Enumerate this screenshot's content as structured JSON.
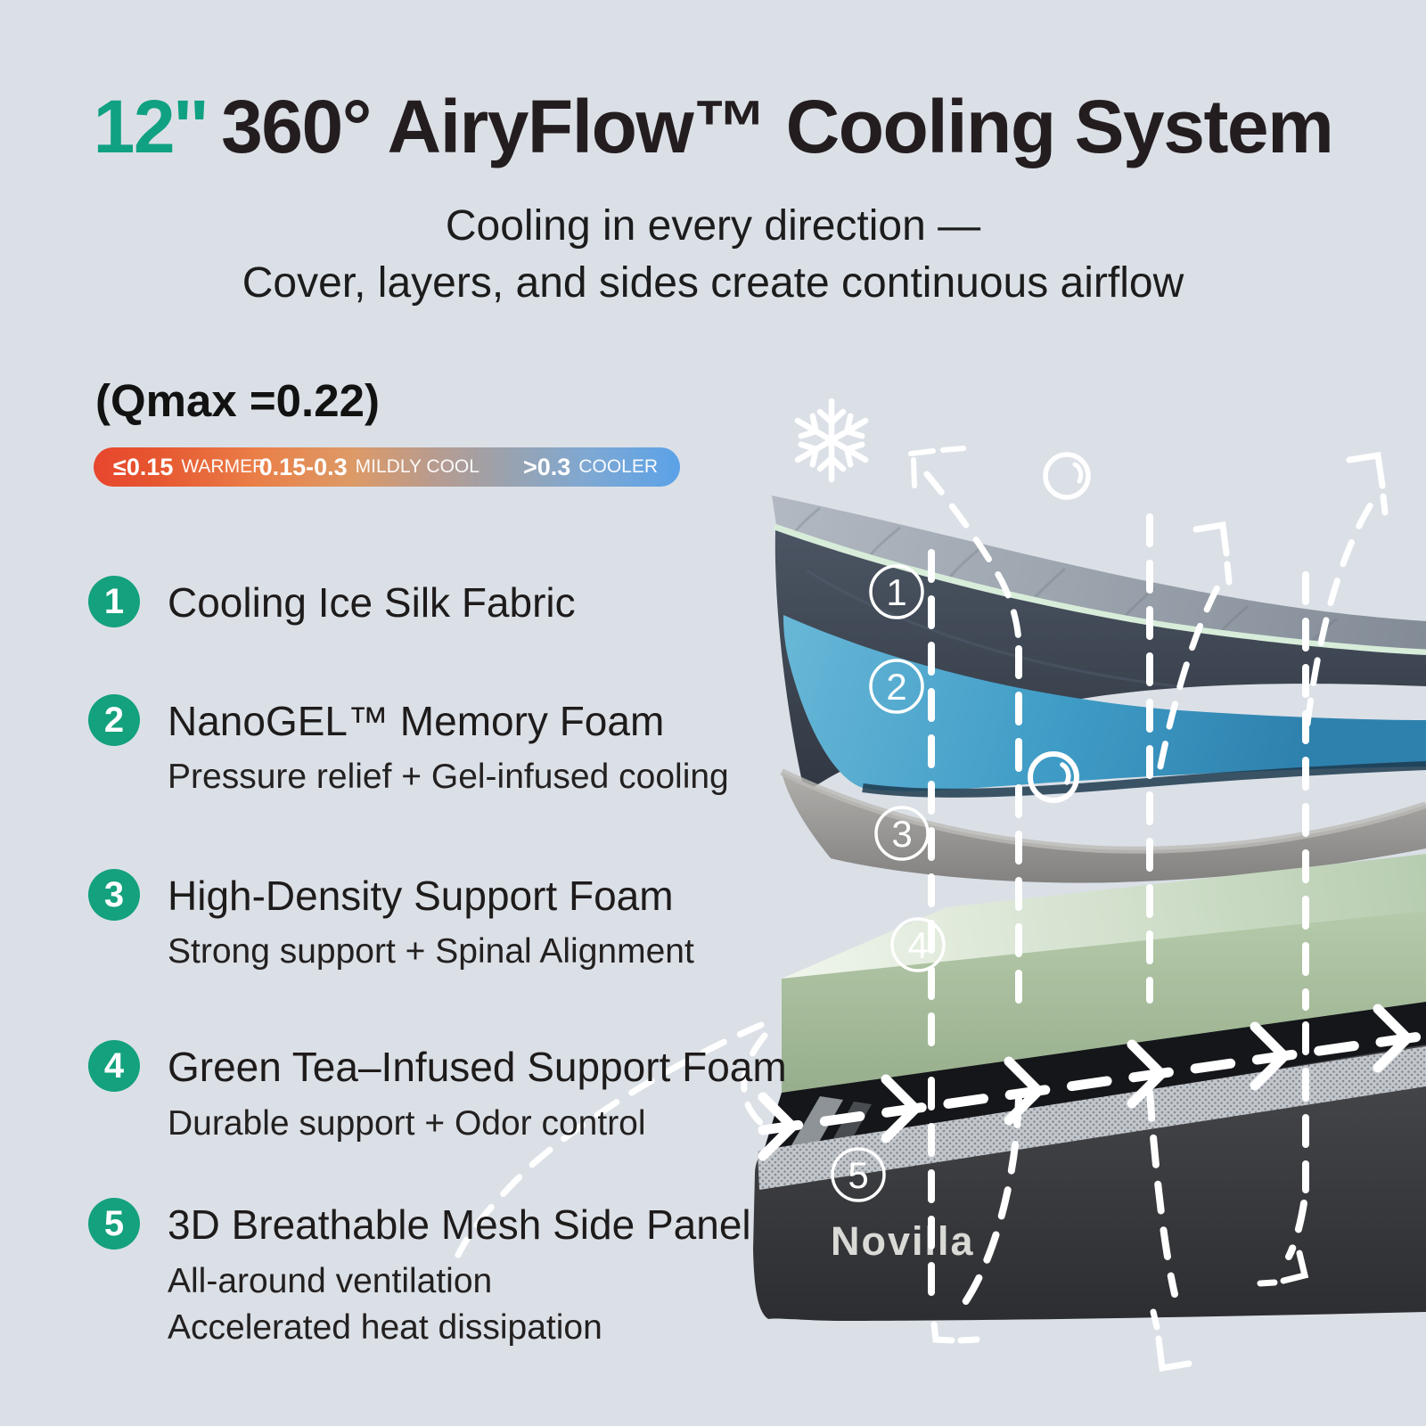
{
  "title": {
    "inches": "12''",
    "rest": "360° AiryFlow™ Cooling System"
  },
  "subtitle": {
    "line1": "Cooling in every direction —",
    "line2": "Cover, layers, and sides create continuous airflow"
  },
  "qmax_label": "(Qmax =0.22)",
  "scale_bar": {
    "segments": [
      {
        "value": "≤0.15",
        "label": "WARMER"
      },
      {
        "value": "0.15-0.3",
        "label": "MILDLY COOL"
      },
      {
        "value": ">0.3",
        "label": "COOLER"
      }
    ]
  },
  "features": [
    {
      "num": "1",
      "title": "Cooling Ice Silk Fabric",
      "subs": []
    },
    {
      "num": "2",
      "title": "NanoGEL™ Memory Foam",
      "subs": [
        "Pressure relief + Gel-infused cooling"
      ]
    },
    {
      "num": "3",
      "title": "High-Density Support Foam",
      "subs": [
        "Strong support + Spinal Alignment"
      ]
    },
    {
      "num": "4",
      "title": "Green Tea–Infused Support Foam",
      "subs": [
        "Durable support + Odor control"
      ]
    },
    {
      "num": "5",
      "title": "3D Breathable Mesh Side Panel",
      "subs": [
        "All-around ventilation",
        "Accelerated heat dissipation"
      ]
    }
  ],
  "diagram": {
    "brand": "Novilla",
    "layer_markers": [
      "1",
      "2",
      "3",
      "4",
      "5"
    ],
    "icons": [
      "snowflake-icon",
      "airflow-corner-icon",
      "droplet-circle-icon",
      "airflow-dashed-arrows"
    ],
    "colors": {
      "cover_top": "#98a1ab",
      "cover_trim_mint": "#d7edda",
      "cover_inner": "#39414d",
      "gel_foam_blue": "#3f9cc6",
      "support_foam_gray": "#9a9996",
      "green_tea_foam": "#a9bf9f",
      "base_dark": "#38393c",
      "mesh_band": "#bcc0c5"
    }
  },
  "colors": {
    "background": "#dbe0e7",
    "accent_teal": "#10a182",
    "marker_green": "#14a17d",
    "title_text": "#241d1f",
    "bar_warm": "#e8462e",
    "bar_cool": "#5ba2e8"
  }
}
